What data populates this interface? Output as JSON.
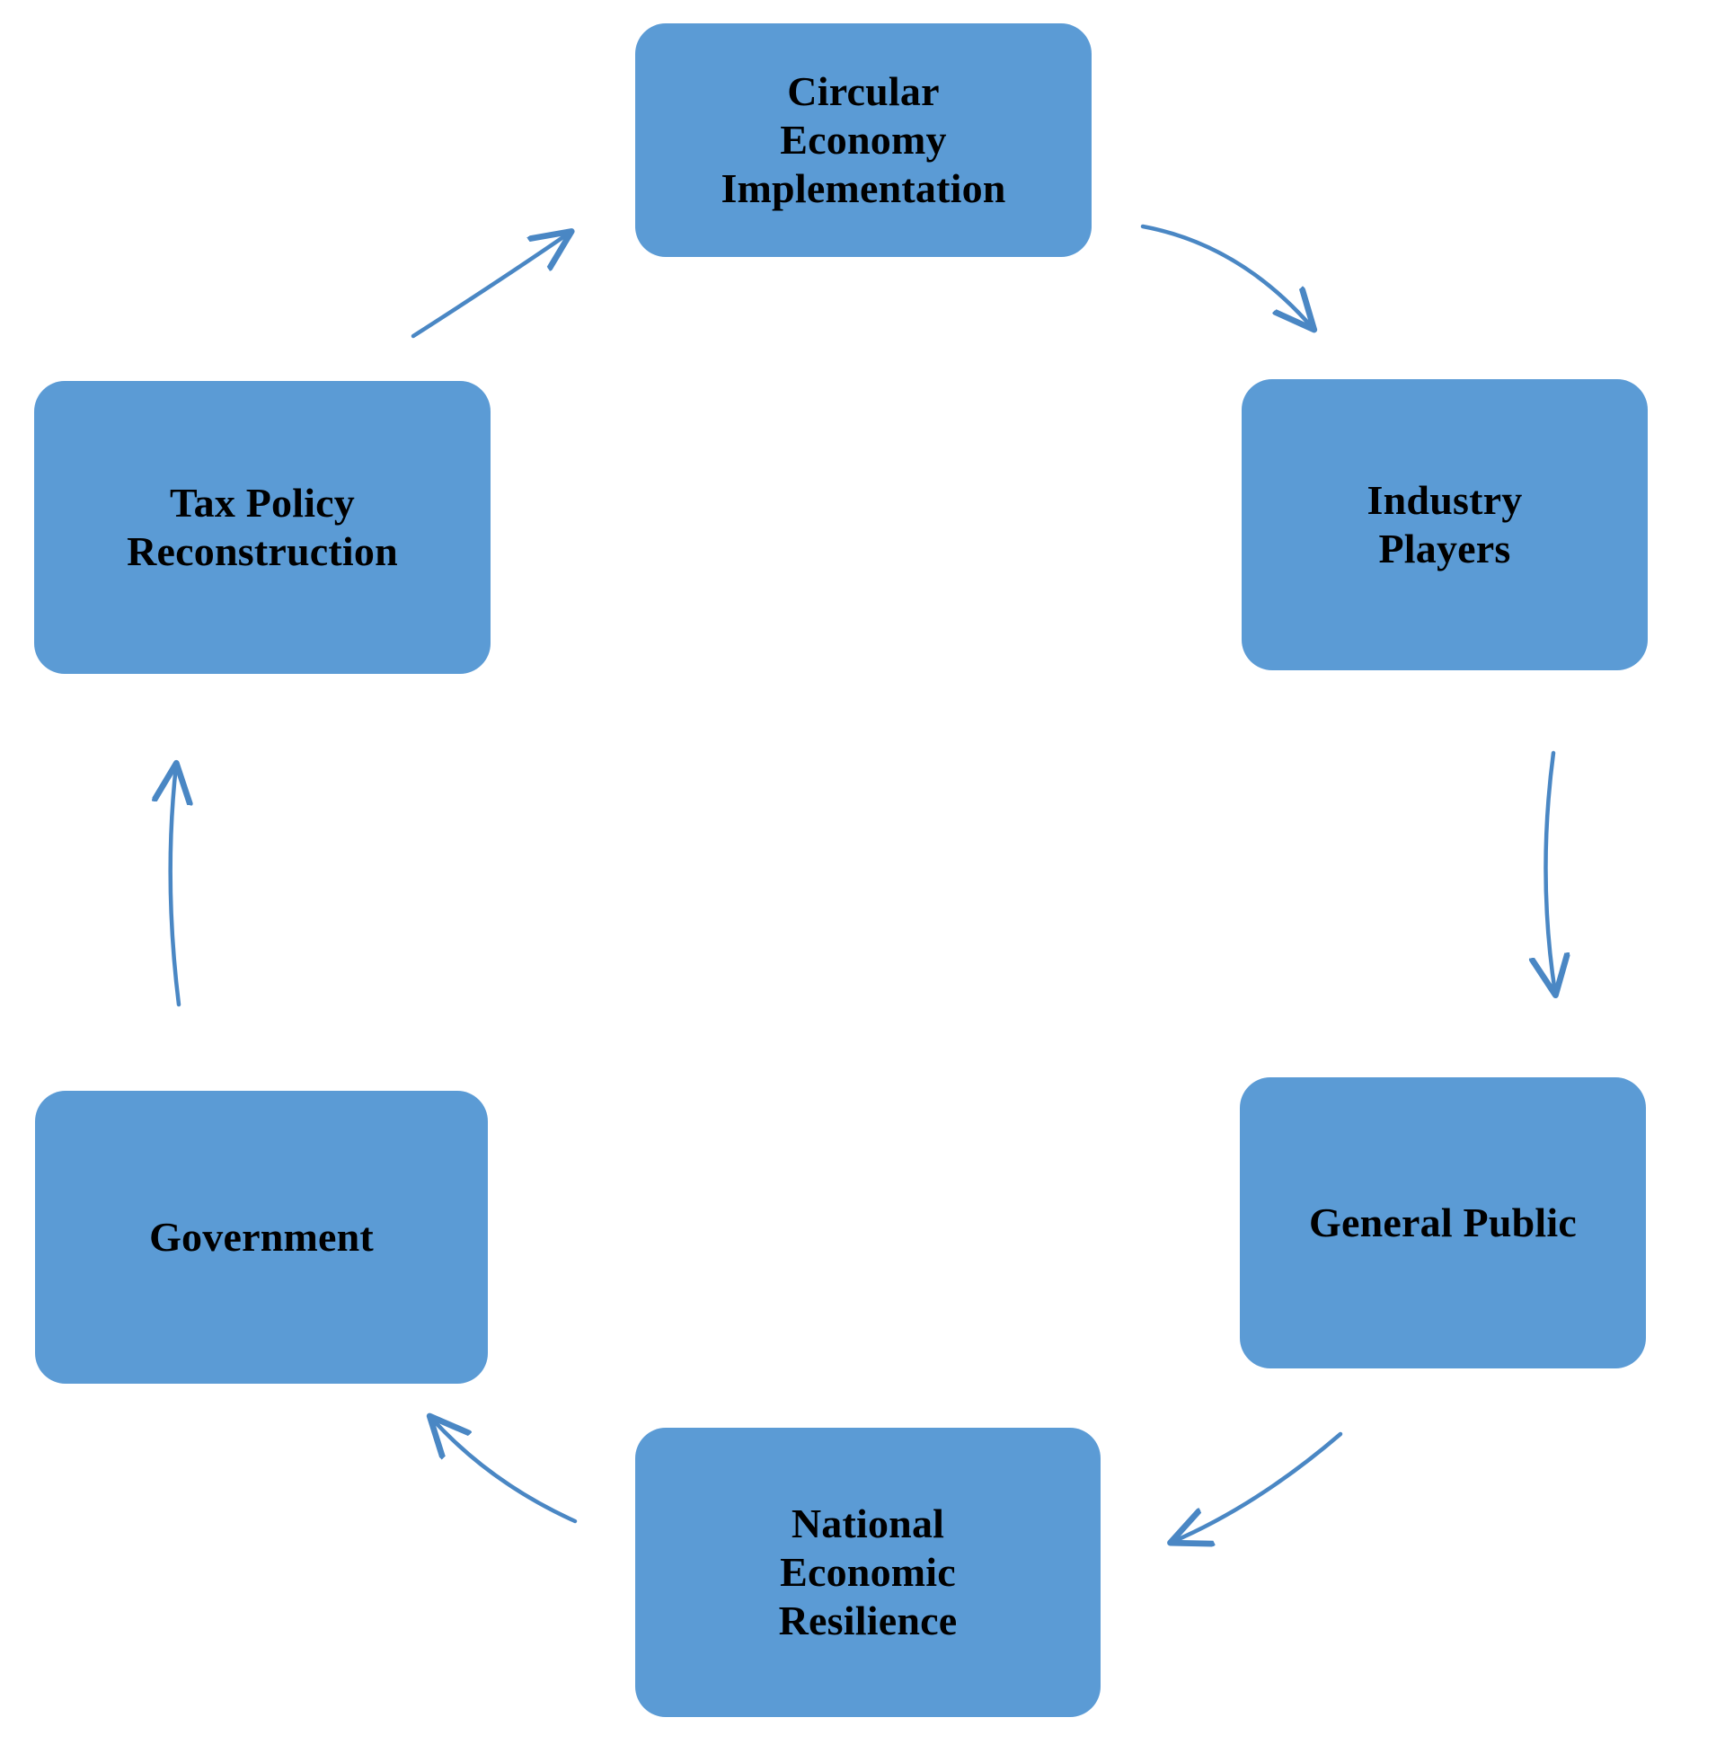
{
  "diagram": {
    "type": "cycle",
    "direction": "clockwise",
    "node_fill_color": "#5B9BD5",
    "node_text_color": "#000000",
    "arrow_color": "#4A87C4",
    "background_color": "#FFFFFF",
    "nodes": [
      {
        "id": "circular-economy-implementation",
        "label": "Circular\nEconomy\nImplementation",
        "position": "top-center"
      },
      {
        "id": "industry-players",
        "label": "Industry\nPlayers",
        "position": "upper-right"
      },
      {
        "id": "general-public",
        "label": "General Public",
        "position": "lower-right"
      },
      {
        "id": "national-economic-resilience",
        "label": "National\nEconomic\nResilience",
        "position": "bottom-center"
      },
      {
        "id": "government",
        "label": "Government",
        "position": "lower-left"
      },
      {
        "id": "tax-policy-reconstruction",
        "label": "Tax Policy\nReconstruction",
        "position": "upper-left"
      }
    ],
    "edges": [
      {
        "id": "edge-cei-to-industry",
        "from": "circular-economy-implementation",
        "to": "industry-players",
        "style": "curved-arrow"
      },
      {
        "id": "edge-industry-to-public",
        "from": "industry-players",
        "to": "general-public",
        "style": "curved-arrow"
      },
      {
        "id": "edge-public-to-resilience",
        "from": "general-public",
        "to": "national-economic-resilience",
        "style": "curved-arrow"
      },
      {
        "id": "edge-resilience-to-government",
        "from": "national-economic-resilience",
        "to": "government",
        "style": "curved-arrow"
      },
      {
        "id": "edge-government-to-tax",
        "from": "government",
        "to": "tax-policy-reconstruction",
        "style": "curved-arrow"
      },
      {
        "id": "edge-tax-to-cei",
        "from": "tax-policy-reconstruction",
        "to": "circular-economy-implementation",
        "style": "curved-arrow"
      }
    ]
  }
}
